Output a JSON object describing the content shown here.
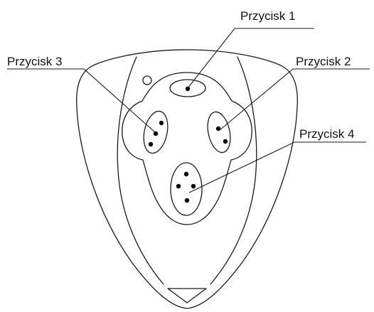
{
  "labels": {
    "button_1": "Przycisk 1",
    "button_2": "Przycisk 2",
    "button_3": "Przycisk 3",
    "button_4": "Przycisk 4"
  },
  "colors": {
    "line": "#1a1a1a",
    "dot": "#000000",
    "background": "#ffffff"
  },
  "icons": {
    "device": "remote-control-shape",
    "led": "indicator-circle",
    "bottom_notch": "triangle-notch"
  }
}
